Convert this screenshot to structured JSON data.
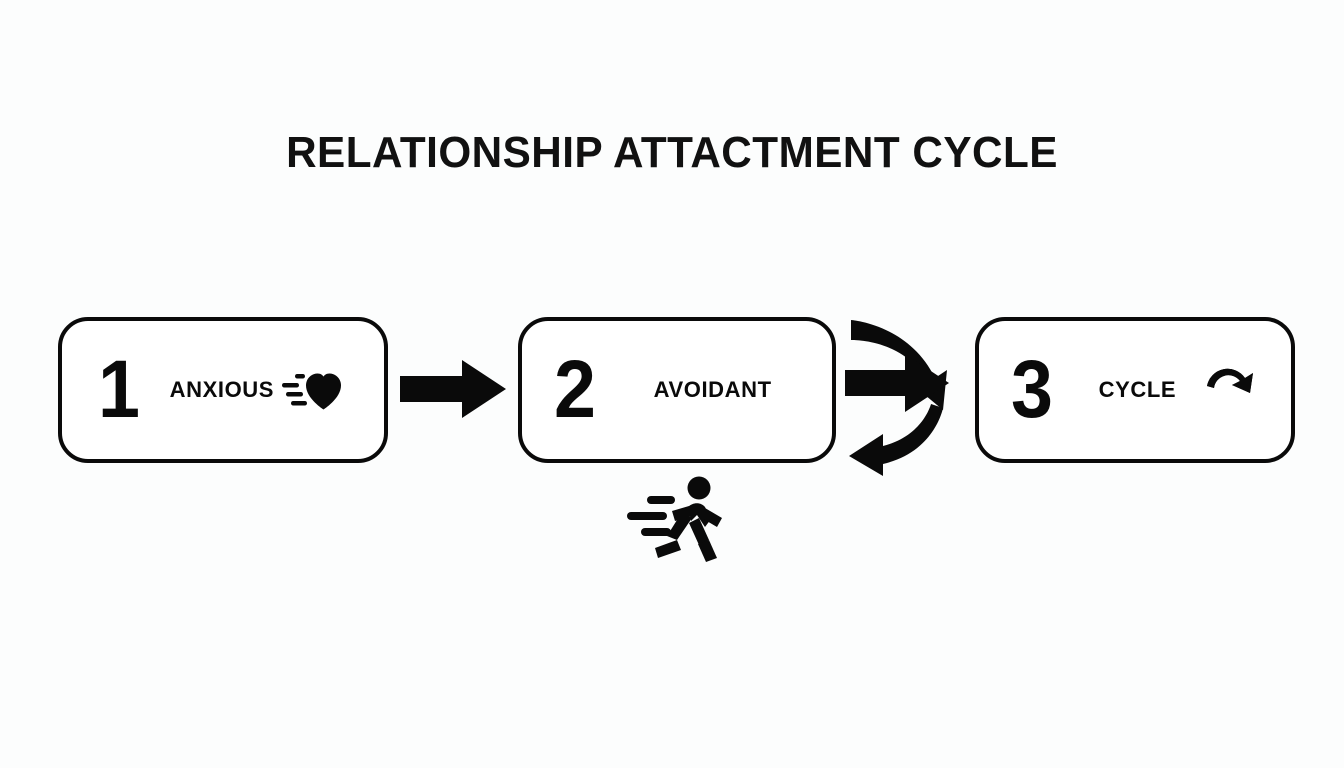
{
  "page": {
    "title": "RELATIONSHIP ATTACTMENT CYCLE",
    "background_color": "#fcfdfd",
    "ink_color": "#0a0a0a"
  },
  "diagram": {
    "type": "linear-flow",
    "steps": [
      {
        "number": "1",
        "label": "ANXIOUS",
        "icon": "heart-with-motion-lines-icon"
      },
      {
        "number": "2",
        "label": "AVOIDANT",
        "icon": ""
      },
      {
        "number": "3",
        "label": "CYCLE",
        "icon": "refresh-cycle-icon"
      }
    ],
    "connectors": [
      {
        "name": "arrow-step1-to-step2",
        "kind": "straight-right-arrow",
        "from": "1",
        "to": "2"
      },
      {
        "name": "arrow-step2-to-step3",
        "kind": "straight-right-arrow-with-curved-loop",
        "from": "2",
        "to": "3"
      },
      {
        "name": "curved-arrow-return",
        "kind": "curved-left-arrow",
        "from": "3",
        "to": "2"
      }
    ],
    "decorations": [
      {
        "name": "running-person-icon",
        "position": "below-step-2"
      }
    ]
  }
}
